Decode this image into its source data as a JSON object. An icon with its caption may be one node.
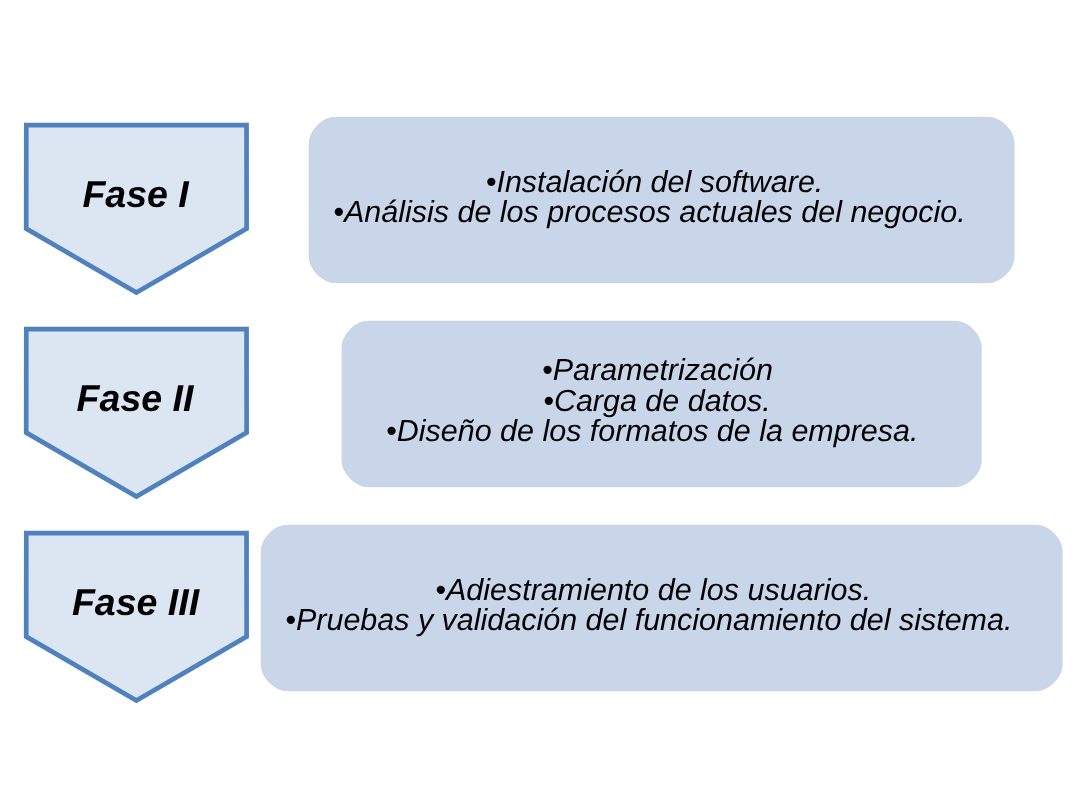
{
  "diagram": {
    "nodes": [
      {
        "text": [
          "Fase I"
        ]
      },
      {
        "text": [
          "•Instalación del software.",
          "•Análisis de los procesos actuales del negocio."
        ]
      },
      {
        "text": [
          "Fase II"
        ]
      },
      {
        "text": [
          "•Parametrización",
          "•Carga de datos.",
          "•Diseño de los formatos de la empresa."
        ]
      },
      {
        "text": [
          "Fase III"
        ]
      },
      {
        "text": [
          "•Adiestramiento de los usuarios.",
          "•Pruebas y validación del funcionamiento del sistema."
        ]
      }
    ]
  }
}
